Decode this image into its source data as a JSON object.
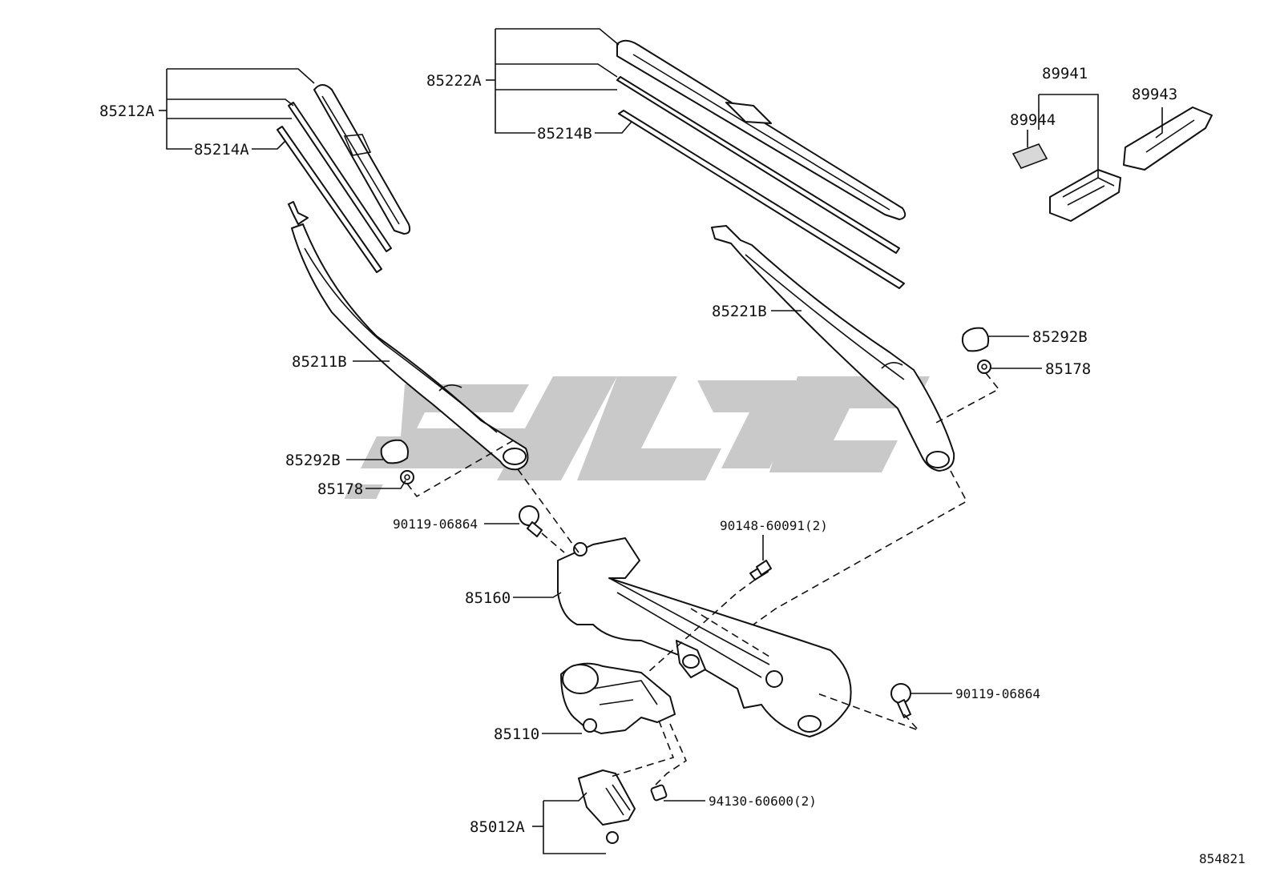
{
  "diagram_id": "854821",
  "callouts": {
    "c85212A": "85212A",
    "c85214A": "85214A",
    "c85222A": "85222A",
    "c85214B": "85214B",
    "c89941": "89941",
    "c89944": "89944",
    "c89943": "89943",
    "c85211B": "85211B",
    "c85221B": "85221B",
    "c85292B_right": "85292B",
    "c85178_right": "85178",
    "c85292B_left": "85292B",
    "c85178_left": "85178",
    "c90119_left": "90119-06864",
    "c90148": "90148-60091(2)",
    "c85160": "85160",
    "c90119_right": "90119-06864",
    "c85110": "85110",
    "c94130": "94130-60600(2)",
    "c85012A": "85012A"
  },
  "colors": {
    "line": "#111111",
    "watermark": "#c9c9c9",
    "background": "#ffffff"
  }
}
